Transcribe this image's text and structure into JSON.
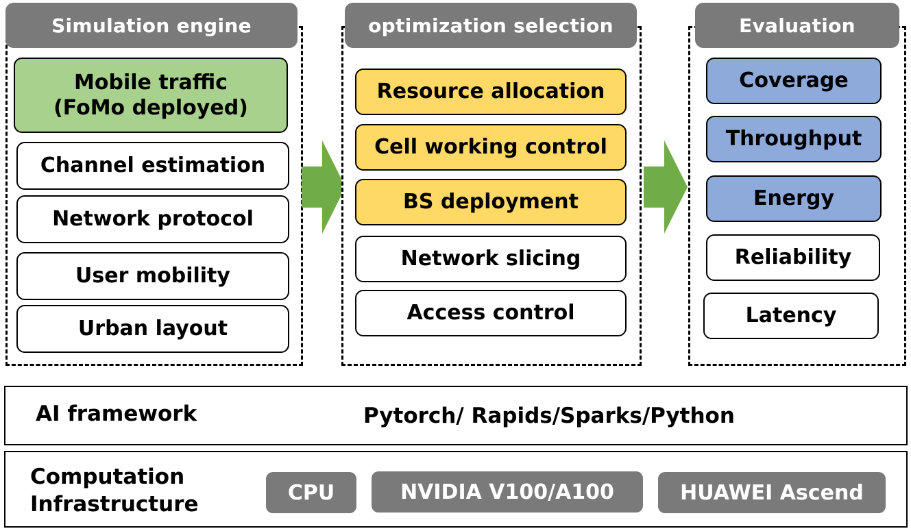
{
  "columns": [
    {
      "header": "Simulation engine",
      "items": [
        {
          "line1": "Mobile traffic",
          "line2": "(FoMo deployed)"
        },
        "Channel estimation",
        "Network protocol",
        "User mobility",
        "Urban layout"
      ]
    },
    {
      "header": "optimization selection",
      "items": [
        "Resource allocation",
        "Cell working control",
        "BS deployment",
        "Network slicing",
        "Access control"
      ]
    },
    {
      "header": "Evaluation",
      "items": [
        "Coverage",
        "Throughput",
        "Energy",
        "Reliability",
        "Latency"
      ]
    }
  ],
  "ai_framework": {
    "label": "AI framework",
    "value": "Pytorch/ Rapids/Sparks/Python"
  },
  "computation": {
    "label_line1": "Computation",
    "label_line2": "Infrastructure",
    "hardware": [
      "CPU",
      "NVIDIA V100/A100",
      "HUAWEI Ascend"
    ]
  },
  "colors": {
    "header_gray": "#7a7a7a",
    "green": "#a9d18e",
    "yellow": "#ffd966",
    "blue": "#8eaadb",
    "arrow_green": "#70ad47"
  },
  "icons": [
    "right-arrow-icon",
    "right-arrow-icon"
  ]
}
